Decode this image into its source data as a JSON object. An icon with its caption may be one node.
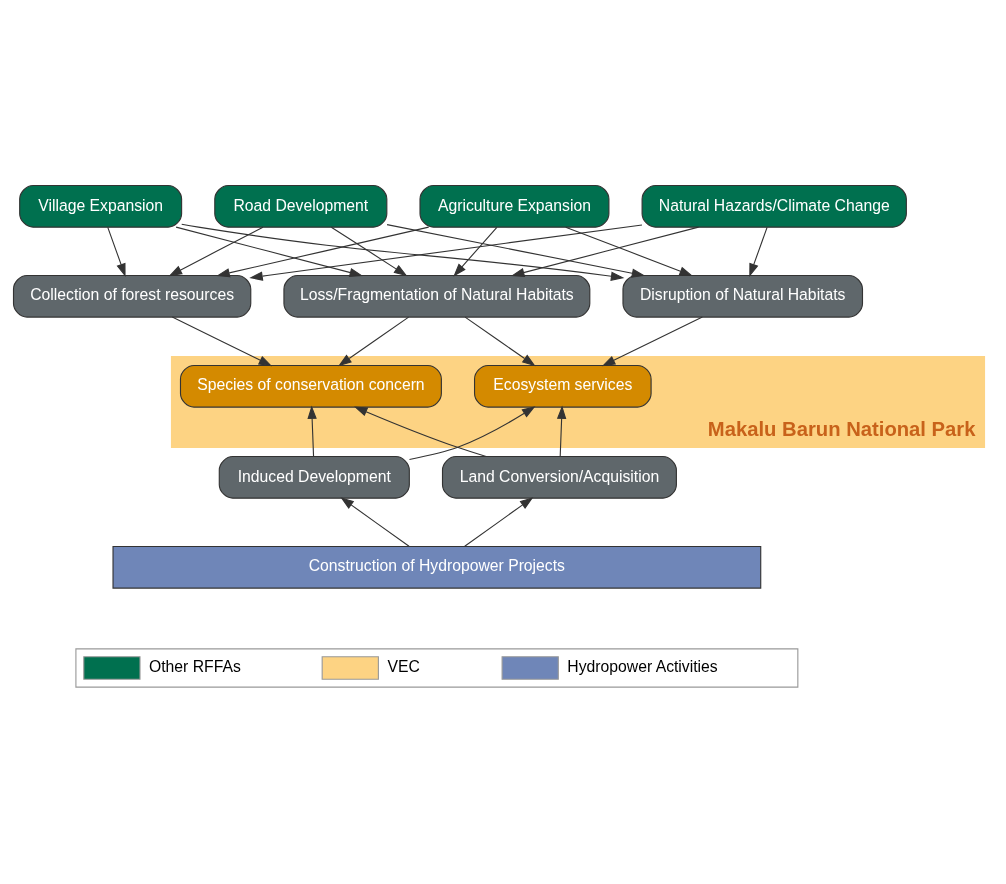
{
  "diagram": {
    "nodes": [
      {
        "text": [
          "Village Expansion"
        ]
      },
      {
        "text": [
          "Road Development"
        ]
      },
      {
        "text": [
          "Agriculture Expansion"
        ]
      },
      {
        "text": [
          "Natural Hazards/Climate Change"
        ]
      },
      {
        "text": [
          "Collection of forest resources"
        ]
      },
      {
        "text": [
          "Loss/Fragmentation of Natural Habitats"
        ]
      },
      {
        "text": [
          "Disruption of Natural Habitats"
        ]
      },
      {
        "text": [
          "Makalu Barun National Park"
        ]
      },
      {
        "text": [
          "Species of conservation concern"
        ],
        "in": 7
      },
      {
        "text": [
          "Ecosystem services"
        ],
        "in": 7
      },
      {
        "text": [
          "Induced Development"
        ]
      },
      {
        "text": [
          "Land Conversion/Acquisition"
        ]
      },
      {
        "text": [
          "Construction of Hydropower Projects"
        ]
      }
    ],
    "edges": [
      {
        "from": 0,
        "to": 4,
        "arrow": "to"
      },
      {
        "from": 0,
        "to": 5,
        "arrow": "to"
      },
      {
        "from": 0,
        "to": 6,
        "arrow": "to"
      },
      {
        "from": 1,
        "to": 4,
        "arrow": "to"
      },
      {
        "from": 1,
        "to": 5,
        "arrow": "to"
      },
      {
        "from": 1,
        "to": 6,
        "arrow": "to"
      },
      {
        "from": 2,
        "to": 4,
        "arrow": "to"
      },
      {
        "from": 2,
        "to": 5,
        "arrow": "to"
      },
      {
        "from": 2,
        "to": 6,
        "arrow": "to"
      },
      {
        "from": 3,
        "to": 4,
        "arrow": "to"
      },
      {
        "from": 3,
        "to": 5,
        "arrow": "to"
      },
      {
        "from": 3,
        "to": 6,
        "arrow": "to"
      },
      {
        "from": 4,
        "to": 8,
        "arrow": "to"
      },
      {
        "from": 5,
        "to": 8,
        "arrow": "to"
      },
      {
        "from": 5,
        "to": 9,
        "arrow": "to"
      },
      {
        "from": 6,
        "to": 9,
        "arrow": "to"
      },
      {
        "from": 10,
        "to": 8,
        "arrow": "to"
      },
      {
        "from": 10,
        "to": 9,
        "arrow": "to"
      },
      {
        "from": 11,
        "to": 8,
        "arrow": "to"
      },
      {
        "from": 11,
        "to": 9,
        "arrow": "to"
      },
      {
        "from": 12,
        "to": 10,
        "arrow": "to"
      },
      {
        "from": 12,
        "to": 11,
        "arrow": "to"
      }
    ],
    "legend": [
      {
        "text": "Other RFFAs",
        "color": "#00704f"
      },
      {
        "text": "VEC",
        "color": "#fdd383"
      },
      {
        "text": "Hydropower Activities",
        "color": "#6f86b8"
      }
    ]
  }
}
